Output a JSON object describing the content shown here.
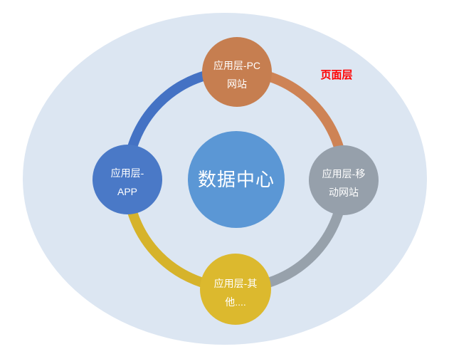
{
  "diagram": {
    "annotation": {
      "label": "页面层",
      "color": "#FF0000"
    },
    "ellipse_color": "#DCE6F2",
    "text_color": "#FFFFFF",
    "center": {
      "label": "数据中心",
      "color": "#5B97D5"
    },
    "nodes": [
      {
        "id": "pc-site",
        "position": "top",
        "line1": "应用层-PC",
        "line2": "网站",
        "color": "#C67E50"
      },
      {
        "id": "mobile-site",
        "position": "right",
        "line1": "应用层-移",
        "line2": "动网站",
        "color": "#96A0AB"
      },
      {
        "id": "other",
        "position": "bottom",
        "line1": "应用层-其",
        "line2": "他....",
        "color": "#DCB92E"
      },
      {
        "id": "app",
        "position": "left",
        "line1": "应用层-",
        "line2": "APP",
        "color": "#4A79C7"
      }
    ],
    "arcs": [
      {
        "from": "app",
        "to": "pc-site",
        "color": "#4472C4"
      },
      {
        "from": "pc-site",
        "to": "mobile-site",
        "color": "#CE8355"
      },
      {
        "from": "mobile-site",
        "to": "other",
        "color": "#97A1AB"
      },
      {
        "from": "other",
        "to": "app",
        "color": "#D6B32B"
      }
    ]
  }
}
